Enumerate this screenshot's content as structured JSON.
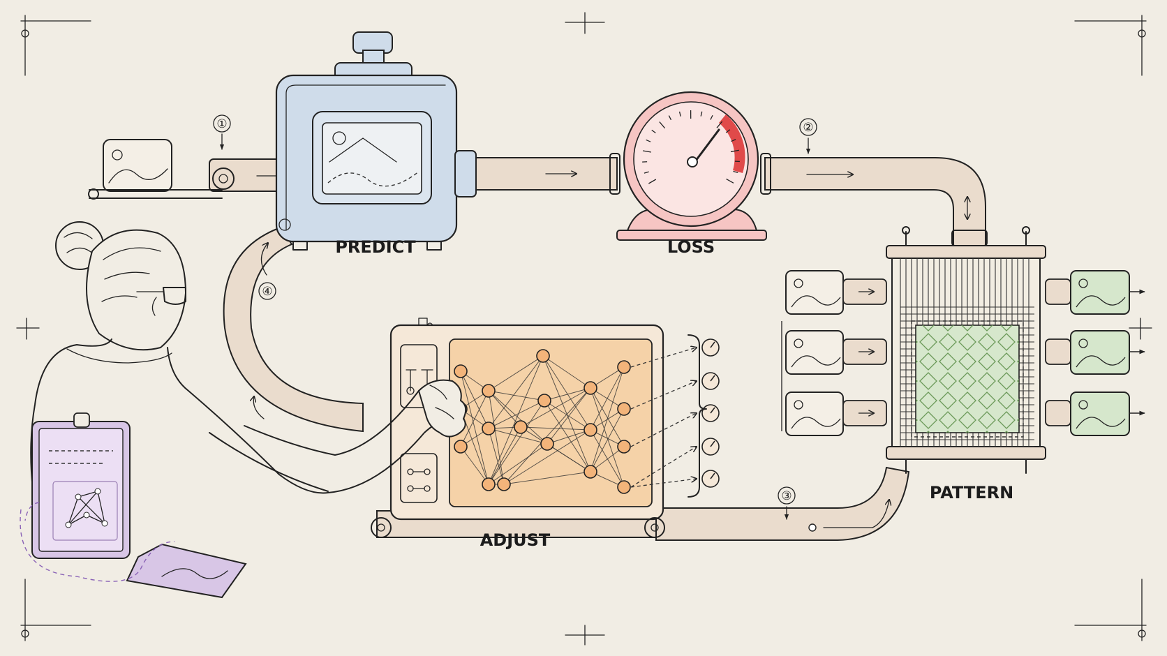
{
  "stages": {
    "predict": "PREDICT",
    "loss": "LOSS",
    "pattern": "PATTERN",
    "adjust": "ADJUST"
  },
  "steps": {
    "one": "①",
    "two": "②",
    "three": "③",
    "four": "④"
  },
  "colors": {
    "background": "#f1ede4",
    "predict_fill": "#cfdcea",
    "loss_fill": "#f6c5c3",
    "loss_red": "#e04a4a",
    "pattern_fill": "#d6e7cc",
    "adjust_fill": "#f5d2a8",
    "tablet_fill": "#d8c6e6",
    "pipe_fill": "#eadccd"
  },
  "icons": [
    "image-card-icon",
    "predict-machine-icon",
    "loss-gauge-icon",
    "pattern-loom-icon",
    "neural-network-icon",
    "dial-icon",
    "person-icon",
    "tablet-icon"
  ]
}
